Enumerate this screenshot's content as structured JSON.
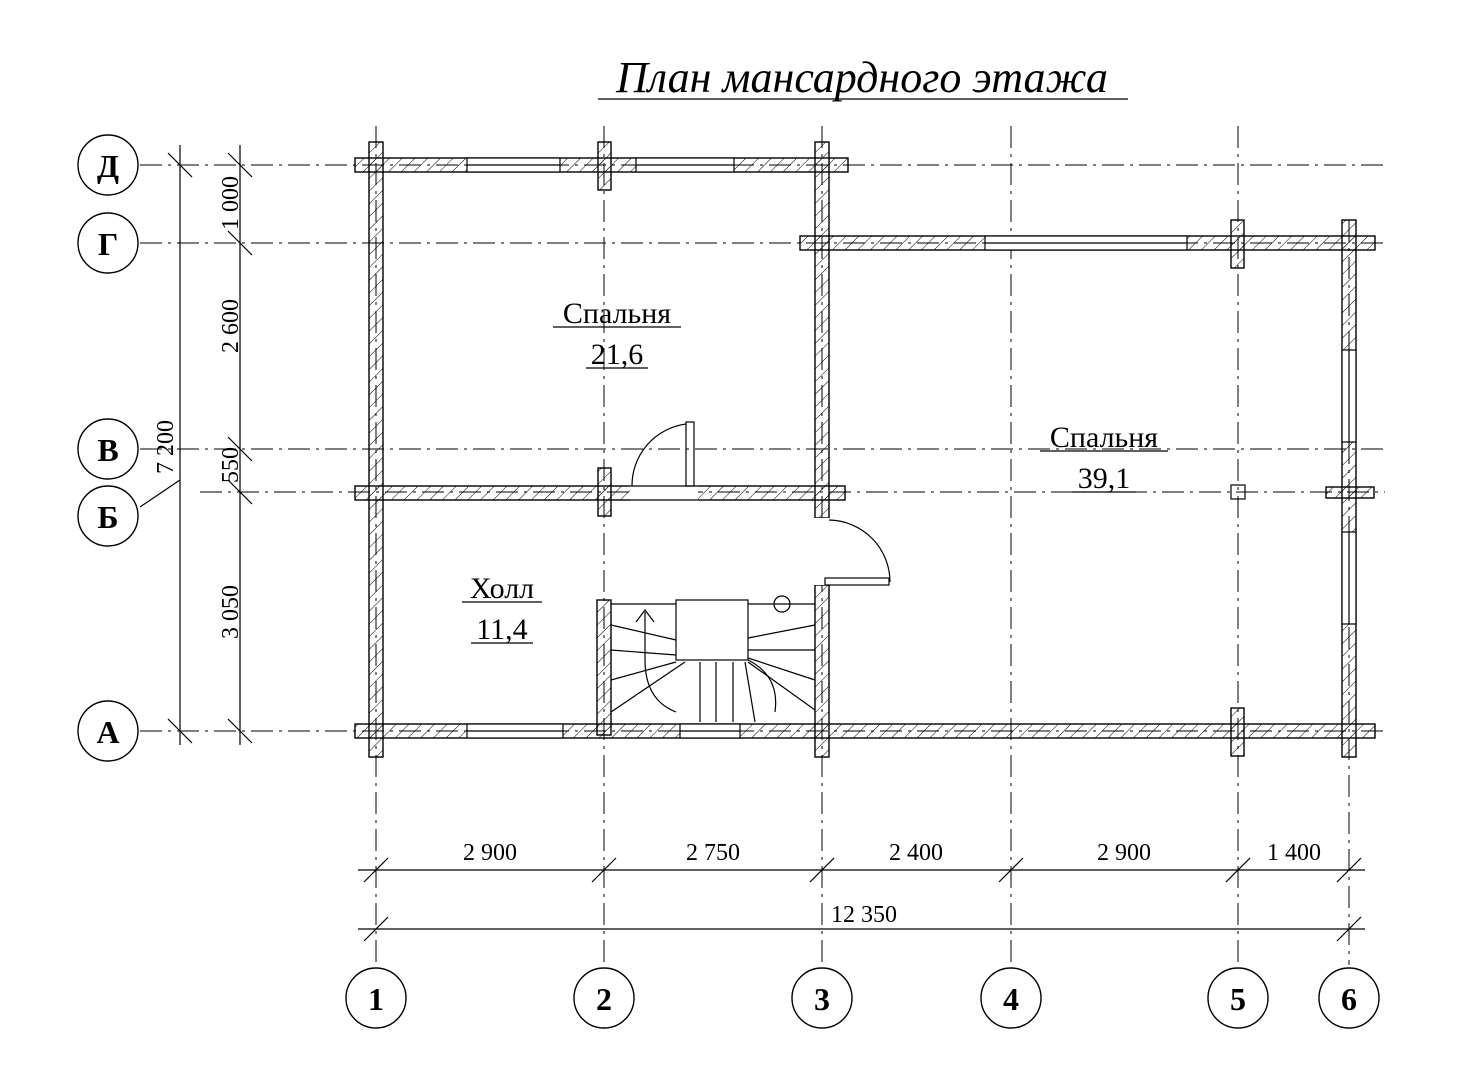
{
  "title": "План мансардного этажа",
  "rooms": [
    {
      "name": "Спальня",
      "area": "21,6"
    },
    {
      "name": "Спальня",
      "area": "39,1"
    },
    {
      "name": "Холл",
      "area": "11,4"
    }
  ],
  "row_axes": [
    "Д",
    "Г",
    "В",
    "Б",
    "А"
  ],
  "column_axes": [
    "1",
    "2",
    "3",
    "4",
    "5",
    "6"
  ],
  "horizontal_dimensions": [
    "2 900",
    "2 750",
    "2 400",
    "2 900",
    "1 400"
  ],
  "total_horizontal": "12 350",
  "vertical_dimensions": [
    "1 000",
    "2 600",
    "550",
    "3 050"
  ],
  "total_vertical": "7 200"
}
